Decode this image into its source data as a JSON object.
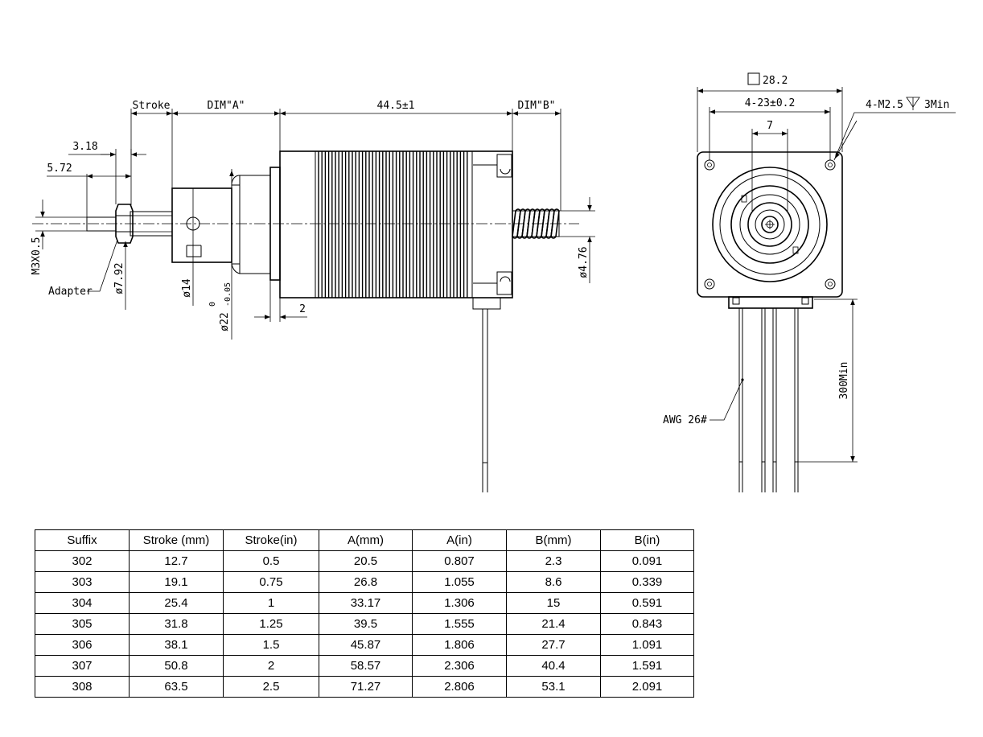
{
  "side_view": {
    "dim_stroke": "Stroke",
    "dim_a": "DIM\"A\"",
    "dim_length": "44.5±1",
    "dim_b": "DIM\"B\"",
    "dim_318": "3.18",
    "dim_572": "5.72",
    "thread_m3": "M3X0.5",
    "adapter": "Adapter",
    "dia_792": "ø7.92",
    "dia_14": "ø14",
    "dia_22": "ø22",
    "dia_22_tol_upper": "0",
    "dia_22_tol_lower": "-0.05",
    "dim_2": "2",
    "dia_476": "ø4.76"
  },
  "front_view": {
    "square": "28.2",
    "hole_spacing": "4-23±0.2",
    "boss": "7",
    "mount_holes": "4-M2.5",
    "mount_depth": "3Min",
    "wire_gauge": "AWG 26#",
    "lead_length": "300Min"
  },
  "table": {
    "headers": [
      "Suffix",
      "Stroke (mm)",
      "Stroke(in)",
      "A(mm)",
      "A(in)",
      "B(mm)",
      "B(in)"
    ],
    "rows": [
      [
        "302",
        "12.7",
        "0.5",
        "20.5",
        "0.807",
        "2.3",
        "0.091"
      ],
      [
        "303",
        "19.1",
        "0.75",
        "26.8",
        "1.055",
        "8.6",
        "0.339"
      ],
      [
        "304",
        "25.4",
        "1",
        "33.17",
        "1.306",
        "15",
        "0.591"
      ],
      [
        "305",
        "31.8",
        "1.25",
        "39.5",
        "1.555",
        "21.4",
        "0.843"
      ],
      [
        "306",
        "38.1",
        "1.5",
        "45.87",
        "1.806",
        "27.7",
        "1.091"
      ],
      [
        "307",
        "50.8",
        "2",
        "58.57",
        "2.306",
        "40.4",
        "1.591"
      ],
      [
        "308",
        "63.5",
        "2.5",
        "71.27",
        "2.806",
        "53.1",
        "2.091"
      ]
    ]
  }
}
